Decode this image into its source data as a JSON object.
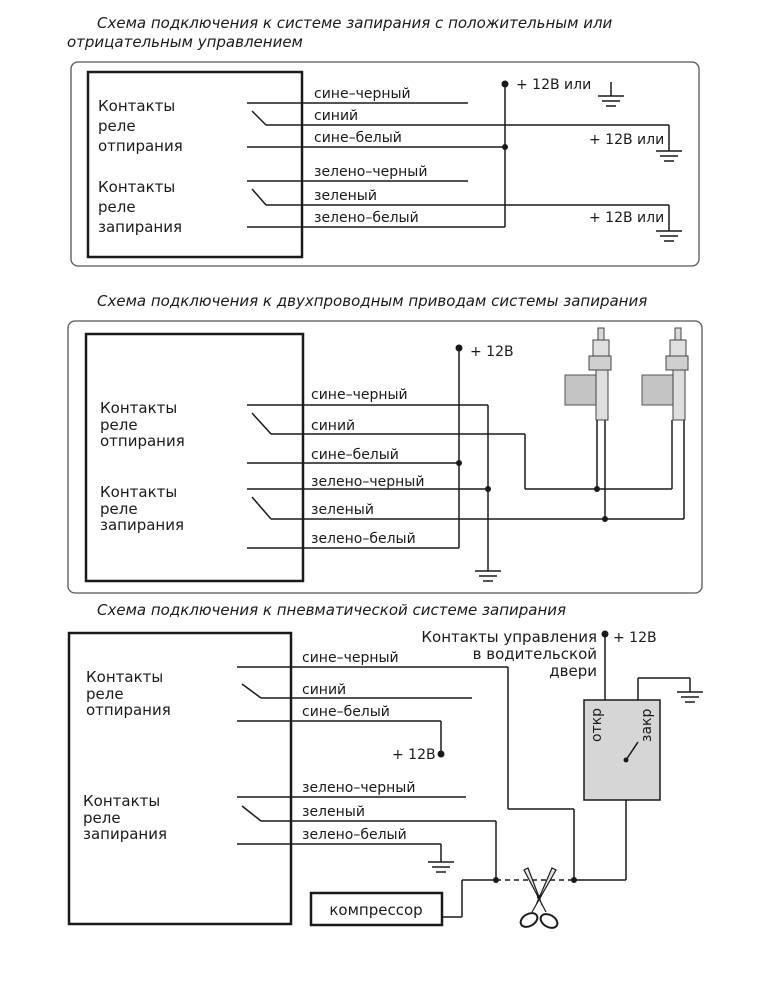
{
  "titles": {
    "diagram1": [
      "Схема подключения к системе запирания с положительным или",
      "отрицательным управлением"
    ],
    "diagram2": "Схема подключения к двухпроводным приводам системы запирания",
    "diagram3": "Схема подключения к пневматической системе запирания"
  },
  "relay_blocks": {
    "unlock": [
      "Контакты",
      "реле",
      "отпирания"
    ],
    "lock": [
      "Контакты",
      "реле",
      "запирания"
    ]
  },
  "wires": [
    "сине–черный",
    "синий",
    "сине–белый",
    "зелено–черный",
    "зеленый",
    "зелено–белый"
  ],
  "power": {
    "plus12v_or": "+ 12В или",
    "plus12v": "+ 12В",
    "plus12v_short": "+ 12В"
  },
  "diagram3": {
    "door_contacts": [
      "Контакты управления",
      "в водительской",
      "двери"
    ],
    "switch_open": "откр",
    "switch_close": "закр",
    "compressor": "компрессор"
  },
  "icons": [
    "ground-symbol-icon",
    "door-lock-actuator-icon",
    "scissors-icon"
  ]
}
